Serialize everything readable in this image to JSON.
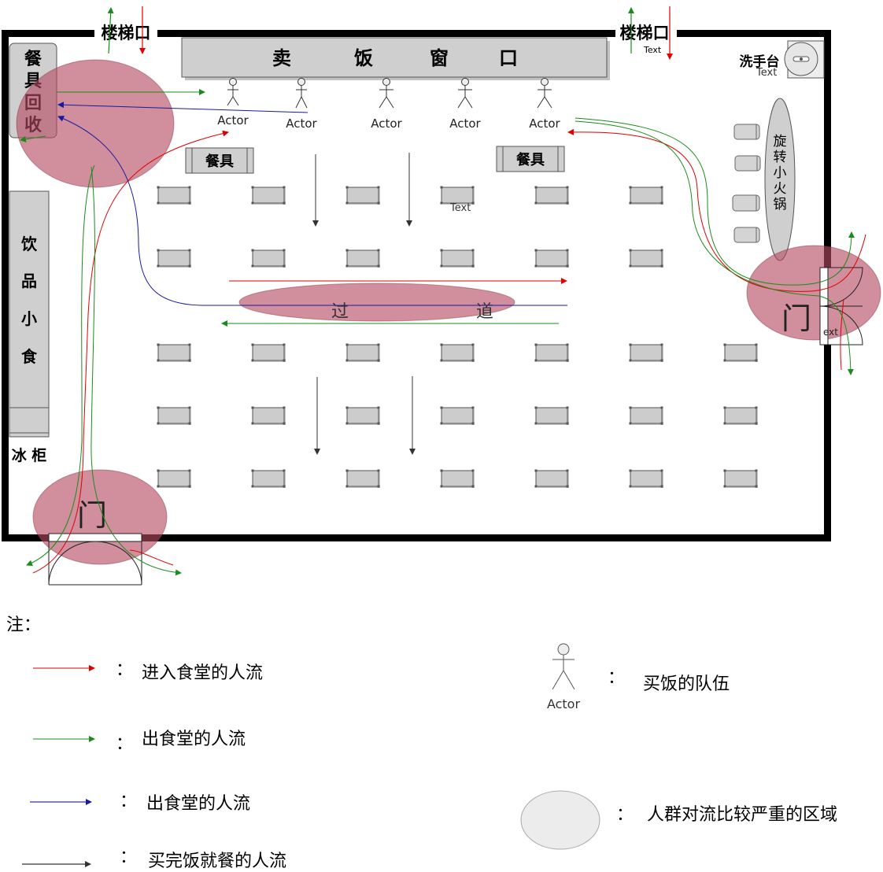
{
  "labels": {
    "stairs_left": "楼梯口",
    "stairs_right": "楼梯口",
    "window_chars": [
      "卖",
      "饭",
      "窗",
      "口"
    ],
    "actor": "Actor",
    "utensil_return_chars": [
      "餐",
      "具",
      "回",
      "收"
    ],
    "utensils": "餐具",
    "drinks_chars": [
      "饮",
      "品",
      "小",
      "食"
    ],
    "fridge": "冰 柜",
    "aisle_chars": [
      "过",
      "道"
    ],
    "hotpot_chars": [
      "旋",
      "转",
      "小",
      "火",
      "锅"
    ],
    "sink": "洗手台",
    "door": "门",
    "text_small": "Text",
    "text_partial": "ext",
    "text_sink_partial": "Text"
  },
  "legend": {
    "note": "注：",
    "colon": "：",
    "items": [
      {
        "color": "#e00000",
        "label": "进入食堂的人流"
      },
      {
        "color": "#1a8c1a",
        "label": "出食堂的人流"
      },
      {
        "color": "#000080",
        "label": "出食堂的人流"
      },
      {
        "color": "#000000",
        "label": "买完饭就餐的人流"
      }
    ],
    "queue_label": "买饭的队伍",
    "conflict_label": "人群对流比较严重的区域"
  },
  "colors": {
    "enter": "#e00000",
    "exit_green": "#1a8c1a",
    "exit_blue": "#1a1aa0",
    "eat": "#333333",
    "conflict_zone": "#b5485f",
    "table_fill": "#cccccc",
    "wall": "#000000"
  }
}
